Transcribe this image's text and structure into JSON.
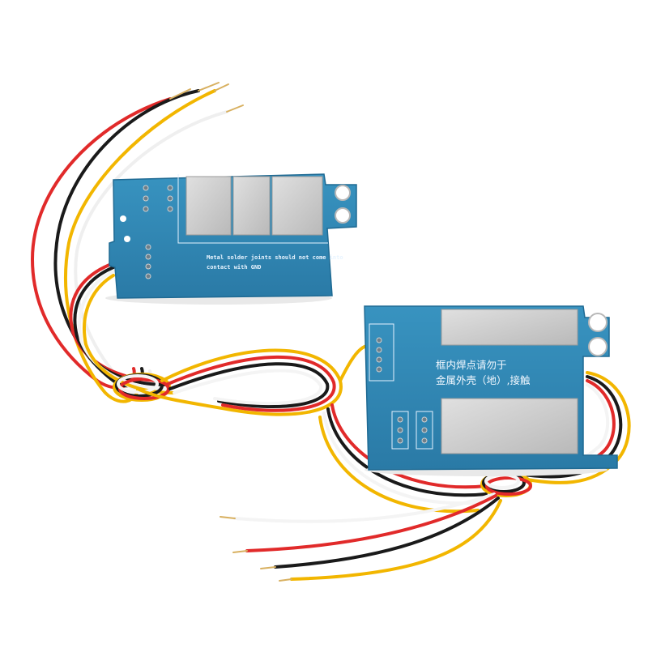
{
  "product": {
    "board_a": {
      "silkscreen_line1": "Metal solder joints should not come into",
      "silkscreen_line2": "contact with GND"
    },
    "board_b": {
      "silkscreen_line1": "框内焊点请勿于",
      "silkscreen_line2": "金属外壳（地）,接触"
    }
  },
  "colors": {
    "pcb": "#2f86b3",
    "pcb_edge": "#1f6a93",
    "solder_pad": "#c8c8c8",
    "wire_red": "#e12a2a",
    "wire_black": "#1a1a1a",
    "wire_white": "#f4f4f4",
    "wire_yellow": "#f2b600"
  }
}
